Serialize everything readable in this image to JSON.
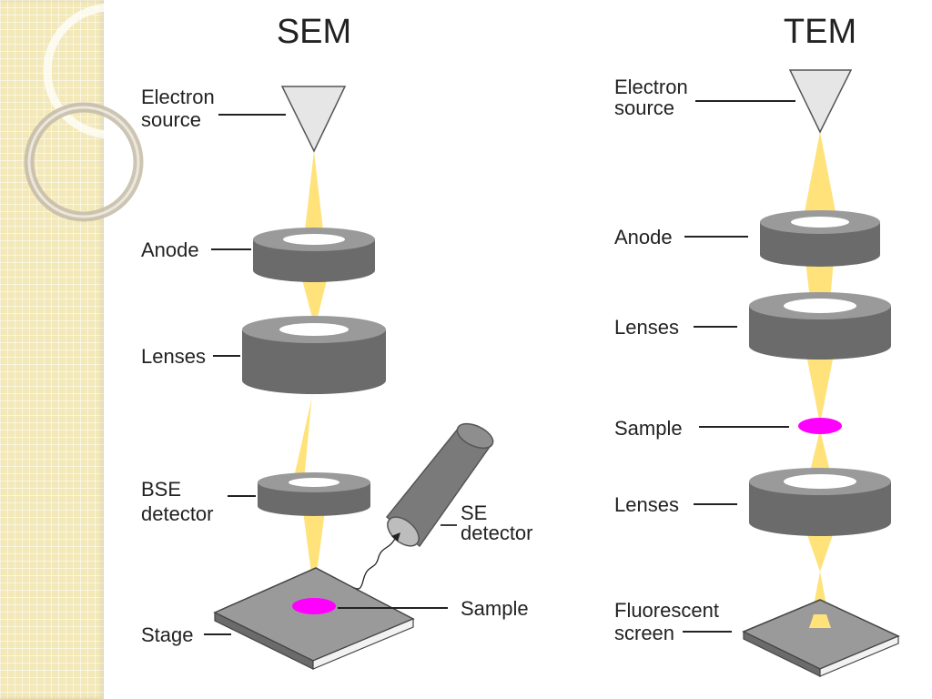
{
  "sem": {
    "title": "SEM",
    "electron_source": [
      "Electron",
      "source"
    ],
    "anode": "Anode",
    "lenses": "Lenses",
    "bse_detector": [
      "BSE",
      "detector"
    ],
    "se_detector": [
      "SE",
      "detector"
    ],
    "sample": "Sample",
    "stage": "Stage"
  },
  "tem": {
    "title": "TEM",
    "electron_source": [
      "Electron",
      "source"
    ],
    "anode": "Anode",
    "lenses_upper": "Lenses",
    "sample": "Sample",
    "lenses_lower": "Lenses",
    "fluorescent_screen": [
      "Fluorescent",
      "screen"
    ]
  },
  "colors": {
    "beam": "#ffe27a",
    "lens_side": "#6b6b6b",
    "lens_top": "#9a9a9a",
    "sample": "#ff00ff",
    "source": "#e6e6e6",
    "stage_top": "#9a9a9a",
    "stage_side": "#6b6b6b"
  }
}
